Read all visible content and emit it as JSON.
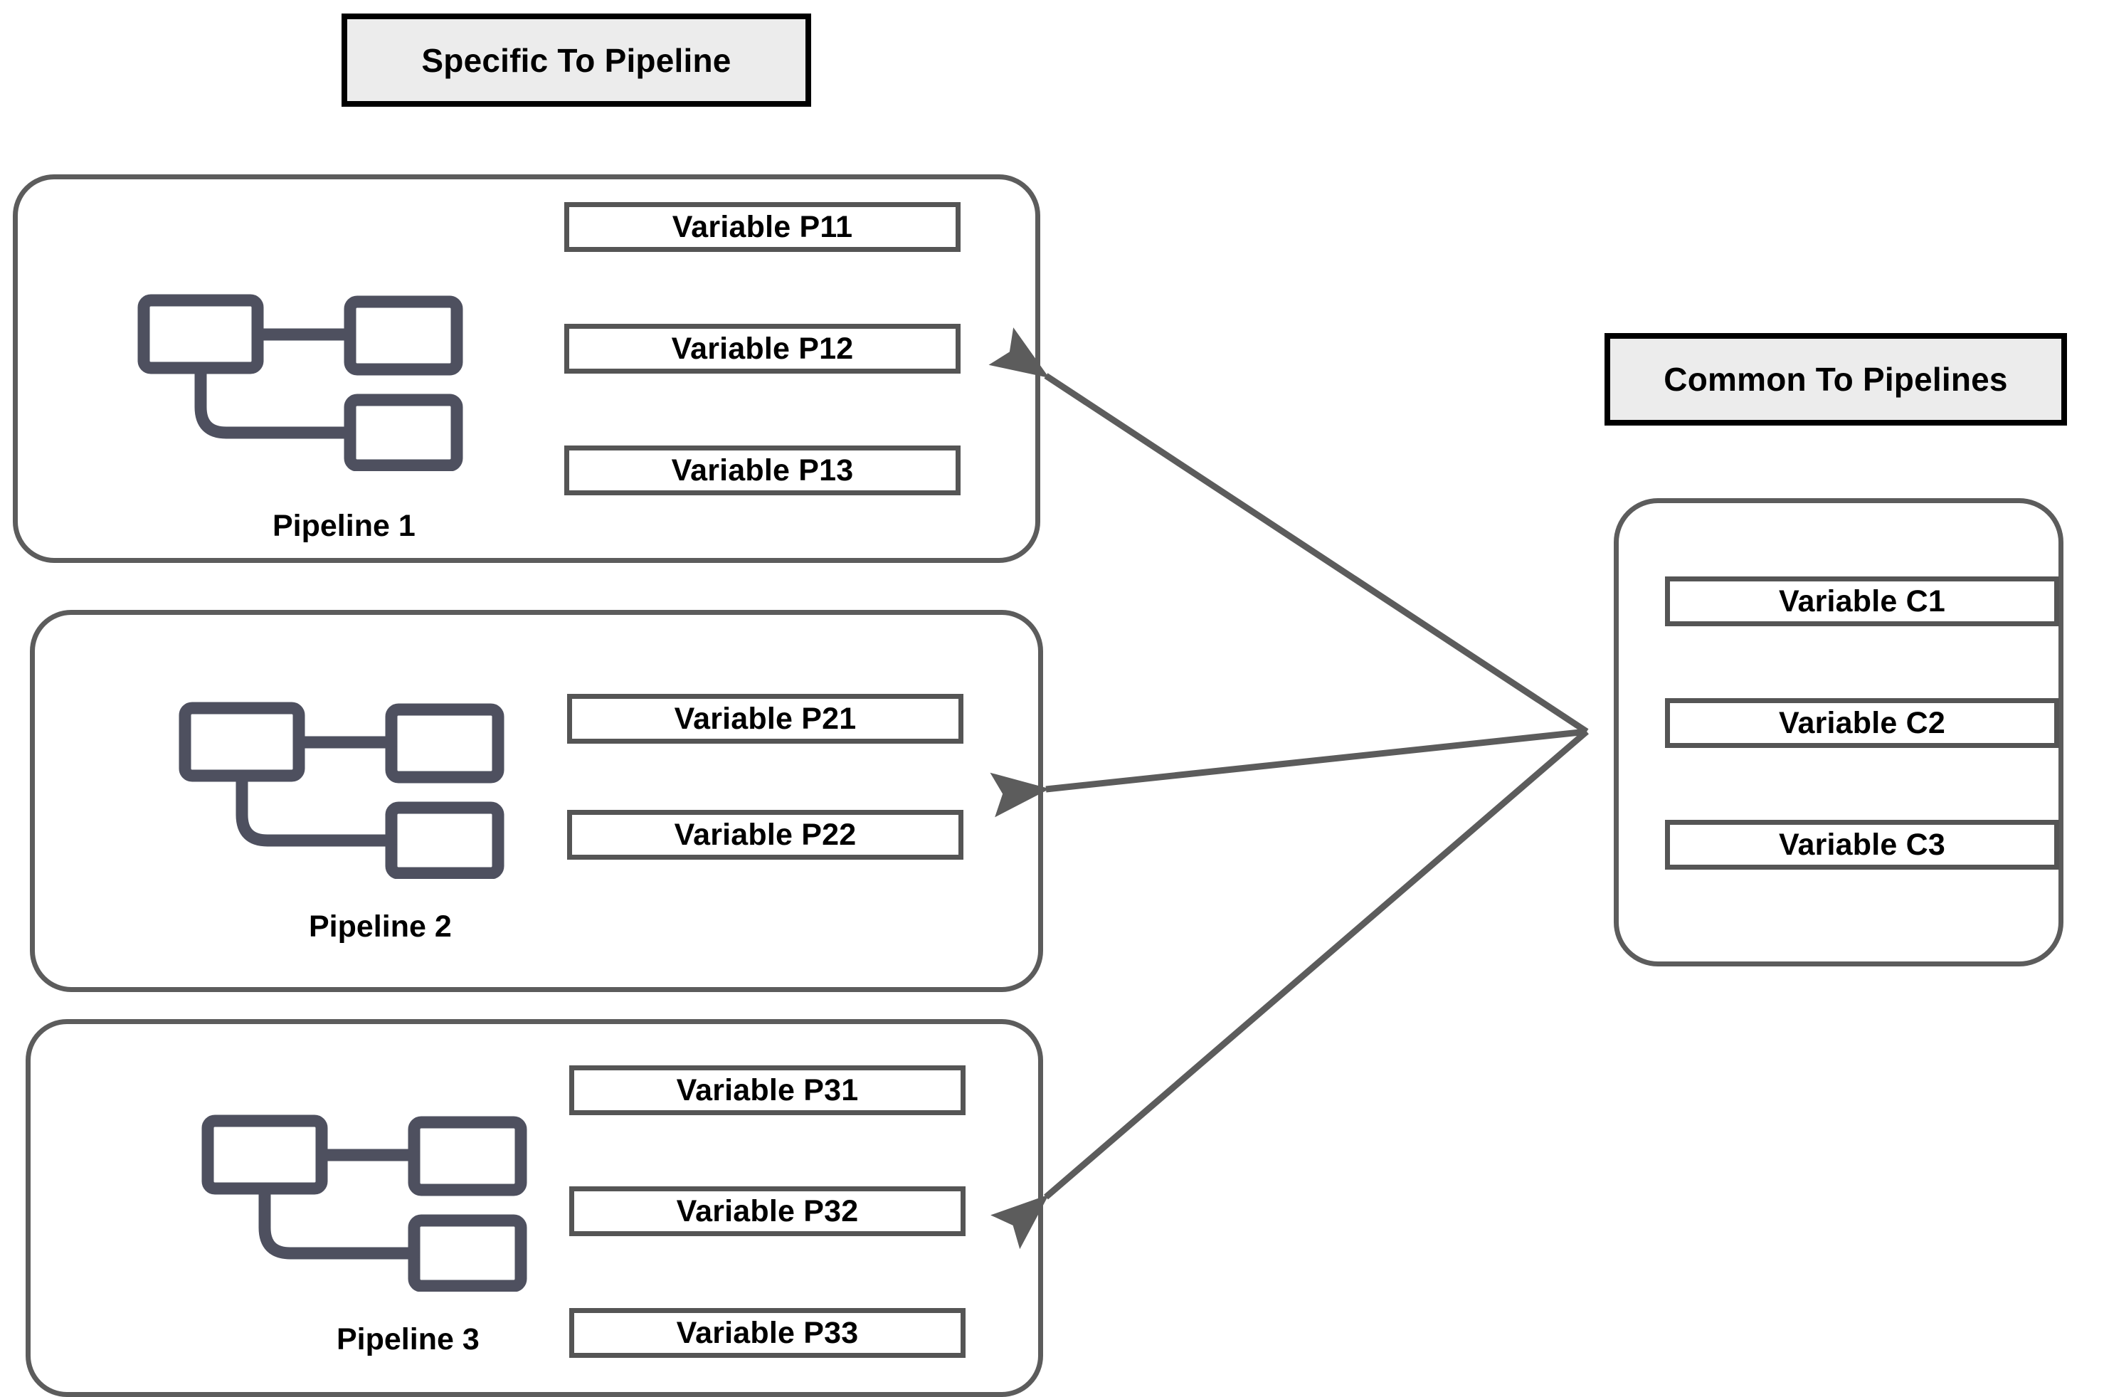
{
  "legends": {
    "specific": "Specific To Pipeline",
    "common": "Common To Pipelines"
  },
  "pipelines": [
    {
      "name": "Pipeline 1",
      "icon": "pipeline-flow-icon",
      "variables": [
        "Variable P11",
        "Variable P12",
        "Variable P13"
      ]
    },
    {
      "name": "Pipeline 2",
      "icon": "pipeline-flow-icon",
      "variables": [
        "Variable P21",
        "Variable P22"
      ]
    },
    {
      "name": "Pipeline 3",
      "icon": "pipeline-flow-icon",
      "variables": [
        "Variable P31",
        "Variable P32",
        "Variable P33"
      ]
    }
  ],
  "common_group": {
    "variables": [
      "Variable C1",
      "Variable C2",
      "Variable C3"
    ]
  },
  "connectors": {
    "count": 3,
    "direction": "common-to-pipelines",
    "arrowhead": "arrow-triangle",
    "targets": [
      "Pipeline 1",
      "Pipeline 2",
      "Pipeline 3"
    ]
  },
  "colors": {
    "legend_fill": "#ececec",
    "legend_border": "#000000",
    "card_border": "#5c5c5c",
    "variable_border": "#555555",
    "icon_stroke": "#4e505f",
    "arrow_stroke": "#5c5c5c",
    "text": "#000000",
    "background": "#ffffff"
  }
}
